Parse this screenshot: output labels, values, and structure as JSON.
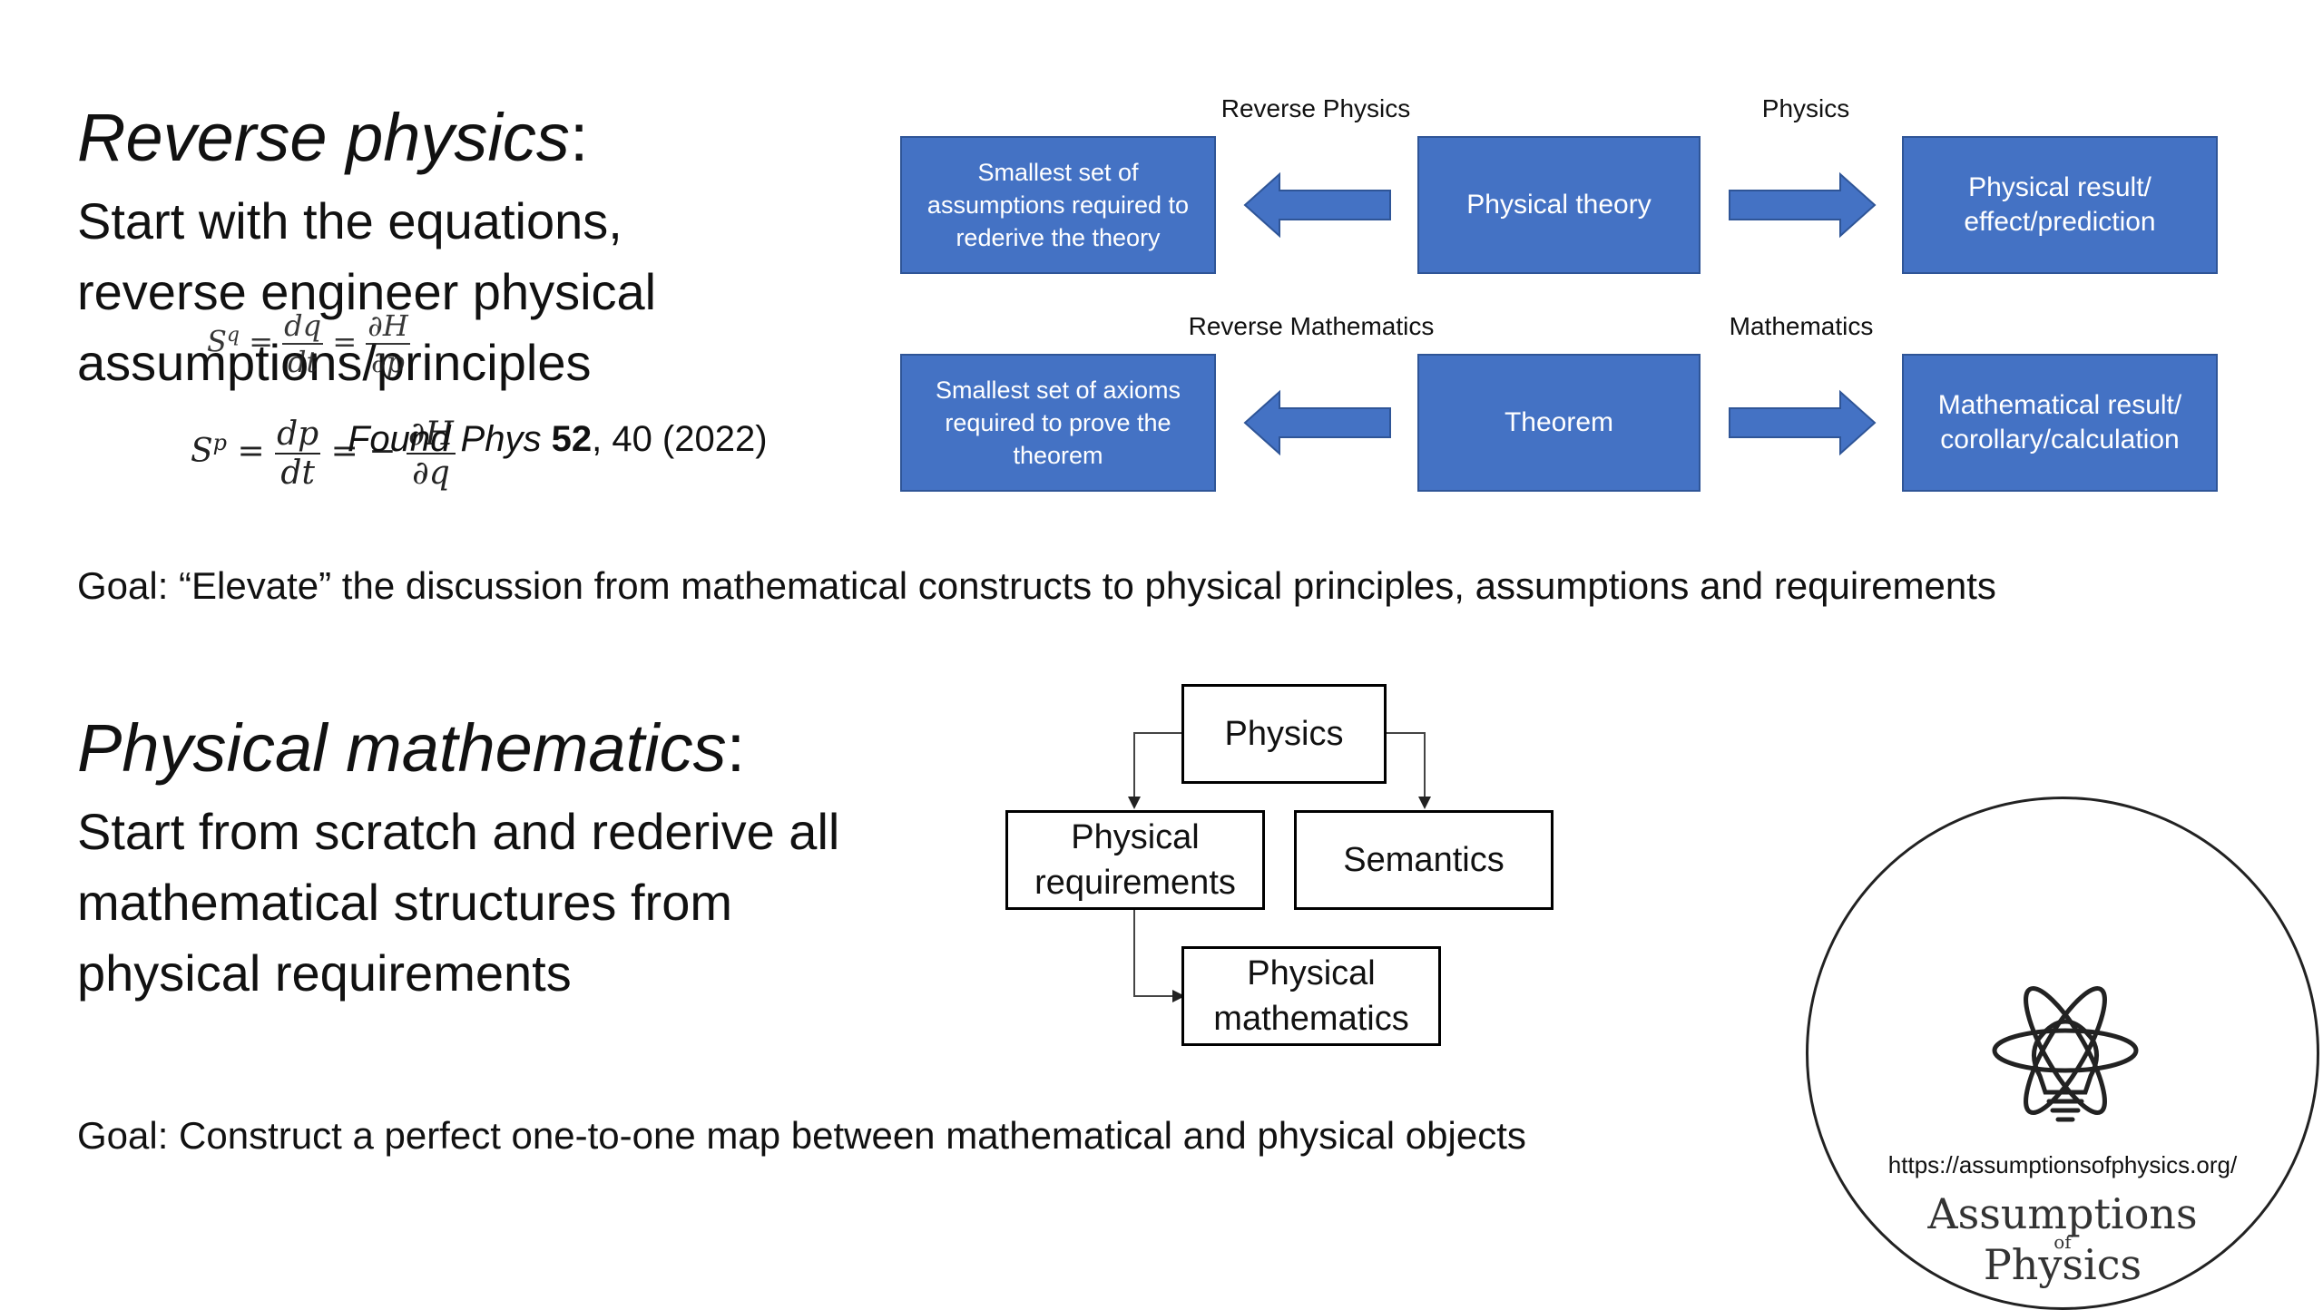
{
  "reverse": {
    "heading": "Reverse physics",
    "heading_colon": ":",
    "body": "Start with the equations, reverse engineer physical assumptions/principles",
    "citation_prefix": "Found Phys",
    "citation_volume": "52",
    "citation_rest": ", 40 (2022)",
    "goal": "Goal: “Elevate” the discussion from mathematical constructs to physical principles, assumptions and requirements"
  },
  "equations": {
    "eq1_lhs": "S",
    "eq1_sup": "q",
    "eq1_frac1_num": "dq",
    "eq1_frac1_den": "dt",
    "eq1_frac2_num": "∂H",
    "eq1_frac2_den": "∂p",
    "eq2_lhs": "S",
    "eq2_sup": "p",
    "eq2_frac1_num": "dp",
    "eq2_frac1_den": "dt",
    "eq2_minus": "−",
    "eq2_frac2_num": "∂H",
    "eq2_frac2_den": "∂q",
    "equals": "="
  },
  "flow": {
    "label_reverse_physics": "Reverse Physics",
    "label_physics": "Physics",
    "label_reverse_math": "Reverse Mathematics",
    "label_math": "Mathematics",
    "box_smallest_assumptions": "Smallest set of assumptions required to rederive the theory",
    "box_physical_theory": "Physical theory",
    "box_physical_result": "Physical result/ effect/prediction",
    "box_smallest_axioms": "Smallest set of axioms required to prove the theorem",
    "box_theorem": "Theorem",
    "box_math_result": "Mathematical result/ corollary/calculation"
  },
  "physmath": {
    "heading": "Physical mathematics",
    "heading_colon": ":",
    "body": "Start from scratch and rederive all mathematical structures from physical requirements",
    "goal": "Goal: Construct a perfect one-to-one map between mathematical and physical objects"
  },
  "tree": {
    "physics": "Physics",
    "physical_requirements": "Physical requirements",
    "semantics": "Semantics",
    "physical_mathematics": "Physical mathematics"
  },
  "logo": {
    "url": "https://assumptionsofphysics.org/",
    "line1": "Assumptions",
    "of": "of",
    "line2": "Physics",
    "icon": "atom-bulb-icon"
  },
  "colors": {
    "box_fill": "#4472C4",
    "box_border": "#2F5597",
    "arrow_fill": "#4472C4"
  }
}
